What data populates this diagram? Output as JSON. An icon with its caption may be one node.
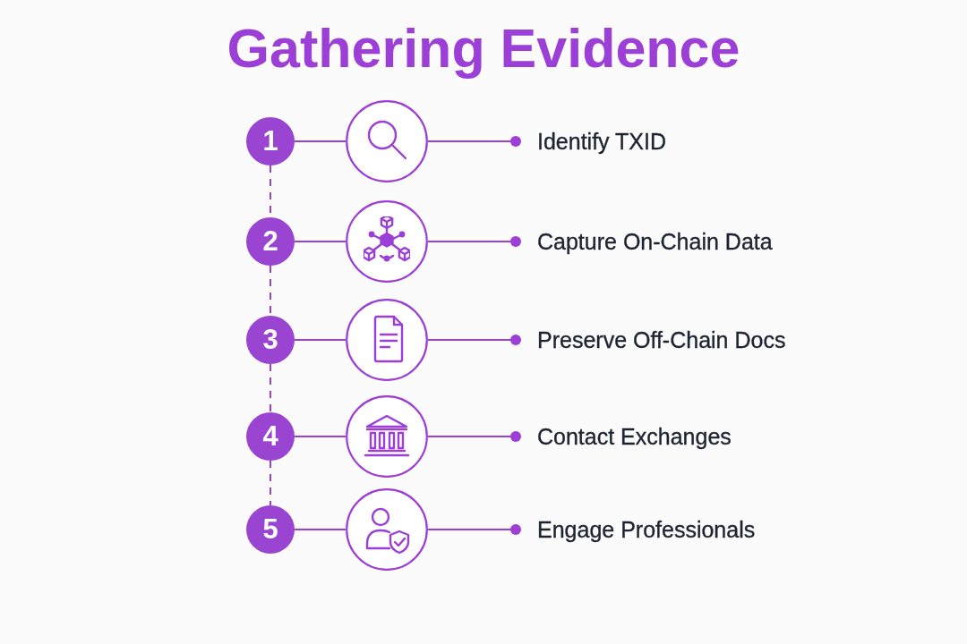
{
  "diagram": {
    "title": "Gathering Evidence",
    "nodes": [
      {
        "text": [
          "1"
        ]
      },
      {
        "text": [],
        "shape": "circle"
      },
      {
        "text": [
          "Identify TXID"
        ]
      },
      {
        "text": [
          "2"
        ]
      },
      {
        "text": [],
        "shape": "circle"
      },
      {
        "text": [
          "Capture On-Chain Data"
        ]
      },
      {
        "text": [
          "3"
        ]
      },
      {
        "text": [],
        "shape": "circle"
      },
      {
        "text": [
          "Preserve Off-Chain Docs"
        ]
      },
      {
        "text": [
          "4"
        ]
      },
      {
        "text": [],
        "shape": "circle"
      },
      {
        "text": [
          "Contact Exchanges"
        ]
      },
      {
        "text": [
          "5"
        ]
      },
      {
        "text": [],
        "shape": "circle"
      },
      {
        "text": [
          "Engage Professionals"
        ]
      }
    ],
    "edges": [
      {
        "from": 0,
        "to": 1,
        "arrow": "none"
      },
      {
        "from": 1,
        "to": 2,
        "arrow": "other"
      },
      {
        "from": 0,
        "to": 3,
        "arrow": "none",
        "style": "dashed"
      },
      {
        "from": 3,
        "to": 4,
        "arrow": "none"
      },
      {
        "from": 4,
        "to": 5,
        "arrow": "other"
      },
      {
        "from": 3,
        "to": 6,
        "arrow": "none",
        "style": "dashed"
      },
      {
        "from": 6,
        "to": 7,
        "arrow": "none"
      },
      {
        "from": 7,
        "to": 8,
        "arrow": "other"
      },
      {
        "from": 6,
        "to": 9,
        "arrow": "none",
        "style": "dashed"
      },
      {
        "from": 9,
        "to": 10,
        "arrow": "none"
      },
      {
        "from": 10,
        "to": 11,
        "arrow": "other"
      },
      {
        "from": 9,
        "to": 12,
        "arrow": "none",
        "style": "dashed"
      },
      {
        "from": 12,
        "to": 13,
        "arrow": "none"
      },
      {
        "from": 13,
        "to": 14,
        "arrow": "other"
      }
    ]
  }
}
